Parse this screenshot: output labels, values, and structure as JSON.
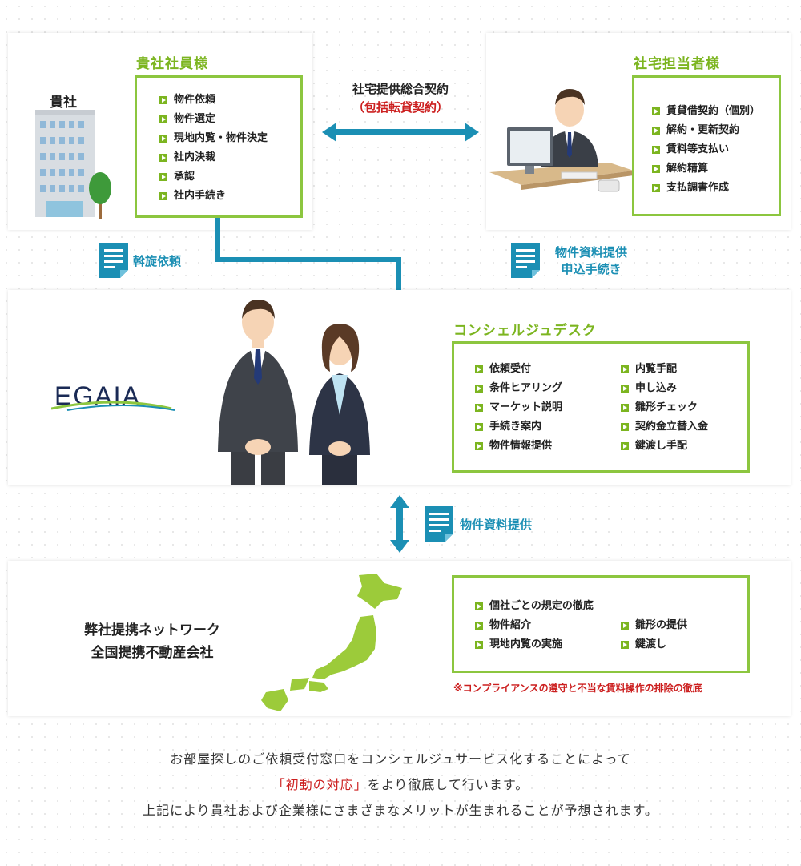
{
  "company": {
    "name": "貴社",
    "employee_title": "貴社社員様",
    "employee_items": [
      "物件依頼",
      "物件選定",
      "現地内覧・物件決定",
      "社内決裁",
      "承認",
      "社内手続き"
    ]
  },
  "contract": {
    "line1": "社宅提供総合契約",
    "line2": "（包括転貸契約）"
  },
  "housing_staff": {
    "title": "社宅担当者様",
    "items": [
      "賃貸借契約（個別）",
      "解約・更新契約",
      "賃料等支払い",
      "解約精算",
      "支払調書作成"
    ]
  },
  "flows": {
    "mediation": "斡旋依頼",
    "property_docs_line1": "物件資料提供",
    "property_docs_line2": "申込手続き",
    "property_docs_network": "物件資料提供"
  },
  "concierge": {
    "logo_text": "EGAIA",
    "title": "コンシェルジュデスク",
    "items_left": [
      "依頼受付",
      "条件ヒアリング",
      "マーケット説明",
      "手続き案内",
      "物件情報提供"
    ],
    "items_right": [
      "内覧手配",
      "申し込み",
      "雛形チェック",
      "契約金立替入金",
      "鍵渡し手配"
    ]
  },
  "network": {
    "label_line1": "弊社提携ネットワーク",
    "label_line2": "全国提携不動産会社",
    "items_full": [
      "個社ごとの規定の徹底"
    ],
    "items_left": [
      "物件紹介",
      "現地内覧の実施"
    ],
    "items_right": [
      "雛形の提供",
      "鍵渡し"
    ],
    "note": "※コンプライアンスの遵守と不当な賃料操作の排除の徹底"
  },
  "caption": {
    "line1": "お部屋探しのご依頼受付窓口をコンシェルジュサービス化することによって",
    "line2_highlight": "「初動の対応」",
    "line2_rest": "をより徹底して行います。",
    "line3": "上記により貴社および企業様にさまざまなメリットが生まれることが予想されます。"
  },
  "colors": {
    "green": "#8cc63f",
    "green_text": "#7cb520",
    "blue": "#1b8fb4",
    "red": "#cc1f1f"
  },
  "icons": [
    "building-icon",
    "tree-icon",
    "document-icon",
    "desk-worker-icon",
    "staff-illustration",
    "japan-map-icon"
  ]
}
